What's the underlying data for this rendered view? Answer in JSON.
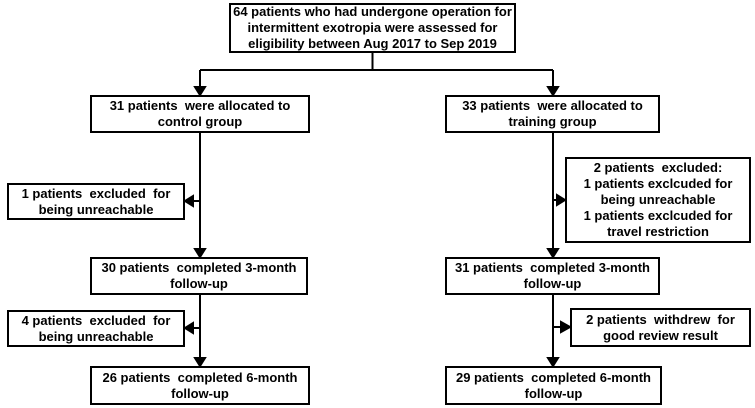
{
  "page": {
    "background": "#ffffff"
  },
  "diagram": {
    "type": "flowchart",
    "colors": {
      "box_border": "#000000",
      "line": "#000000",
      "text": "#000000",
      "box_fill": "#ffffff"
    },
    "boxes": {
      "assessed": {
        "text": "64 patients who had undergone operation for\nintermittent exotropia were assessed for\neligibility between Aug 2017 to Sep 2019"
      },
      "control_allocated": {
        "text": "31 patients  were allocated to\ncontrol group"
      },
      "training_allocated": {
        "text": "33 patients  were allocated to\ntraining group"
      },
      "control_excluded_3m": {
        "text": "1 patients  excluded  for\nbeing unreachable"
      },
      "training_excluded_3m": {
        "text": "2 patients  excluded:\n1 patients exclcuded for\nbeing unreachable\n1 patients exclcuded for\ntravel restriction"
      },
      "control_completed_3m": {
        "text": "30 patients  completed 3-month\nfollow-up"
      },
      "training_completed_3m": {
        "text": "31 patients  completed 3-month\nfollow-up"
      },
      "control_excluded_6m": {
        "text": "4 patients  excluded  for\nbeing unreachable"
      },
      "training_withdrew_6m": {
        "text": "2 patients  withdrew  for\ngood review result"
      },
      "control_completed_6m": {
        "text": "26 patients  completed 6-month\nfollow-up"
      },
      "training_completed_6m": {
        "text": "29 patients  completed 6-month\nfollow-up"
      }
    }
  }
}
